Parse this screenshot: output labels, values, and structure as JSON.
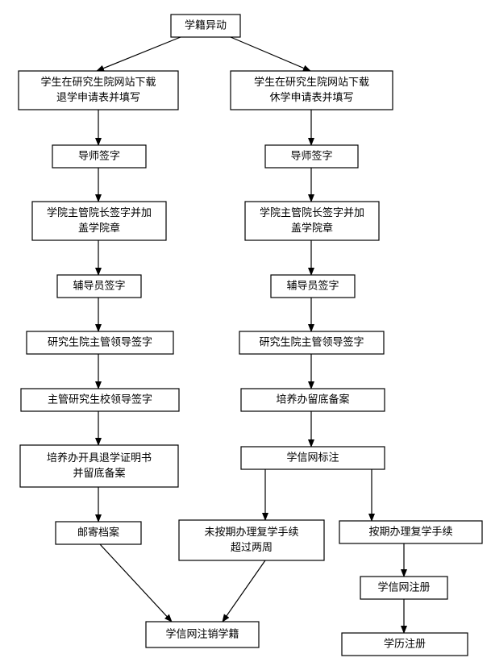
{
  "diagram": {
    "nodes": {
      "start": [
        "学籍异动"
      ],
      "w1": [
        "学生在研究生院网站下载",
        "退学申请表并填写"
      ],
      "w2": [
        "导师签字"
      ],
      "w3": [
        "学院主管院长签字并加",
        "盖学院章"
      ],
      "w4": [
        "辅导员签字"
      ],
      "w5": [
        "研究生院主管领导签字"
      ],
      "w6": [
        "主管研究生校领导签字"
      ],
      "w7": [
        "培养办开具退学证明书",
        "并留底备案"
      ],
      "w8": [
        "邮寄档案"
      ],
      "end_cancel": [
        "学信网注销学籍"
      ],
      "s1": [
        "学生在研究生院网站下载",
        "休学申请表并填写"
      ],
      "s2": [
        "导师签字"
      ],
      "s3": [
        "学院主管院长签字并加",
        "盖学院章"
      ],
      "s4": [
        "辅导员签字"
      ],
      "s5": [
        "研究生院主管领导签字"
      ],
      "s6": [
        "培养办留底备案"
      ],
      "s7": [
        "学信网标注"
      ],
      "late": [
        "未按期办理复学手续",
        "超过两周"
      ],
      "ontime": [
        "按期办理复学手续"
      ],
      "reg": [
        "学信网注册"
      ],
      "edu": [
        "学历注册"
      ]
    },
    "edges": [
      [
        "start",
        "w1"
      ],
      [
        "start",
        "s1"
      ],
      [
        "w1",
        "w2"
      ],
      [
        "w2",
        "w3"
      ],
      [
        "w3",
        "w4"
      ],
      [
        "w4",
        "w5"
      ],
      [
        "w5",
        "w6"
      ],
      [
        "w6",
        "w7"
      ],
      [
        "w7",
        "w8"
      ],
      [
        "w8",
        "end_cancel"
      ],
      [
        "s1",
        "s2"
      ],
      [
        "s2",
        "s3"
      ],
      [
        "s3",
        "s4"
      ],
      [
        "s4",
        "s5"
      ],
      [
        "s5",
        "s6"
      ],
      [
        "s6",
        "s7"
      ],
      [
        "s7",
        "late"
      ],
      [
        "s7",
        "ontime"
      ],
      [
        "late",
        "end_cancel"
      ],
      [
        "ontime",
        "reg"
      ],
      [
        "reg",
        "edu"
      ]
    ]
  }
}
